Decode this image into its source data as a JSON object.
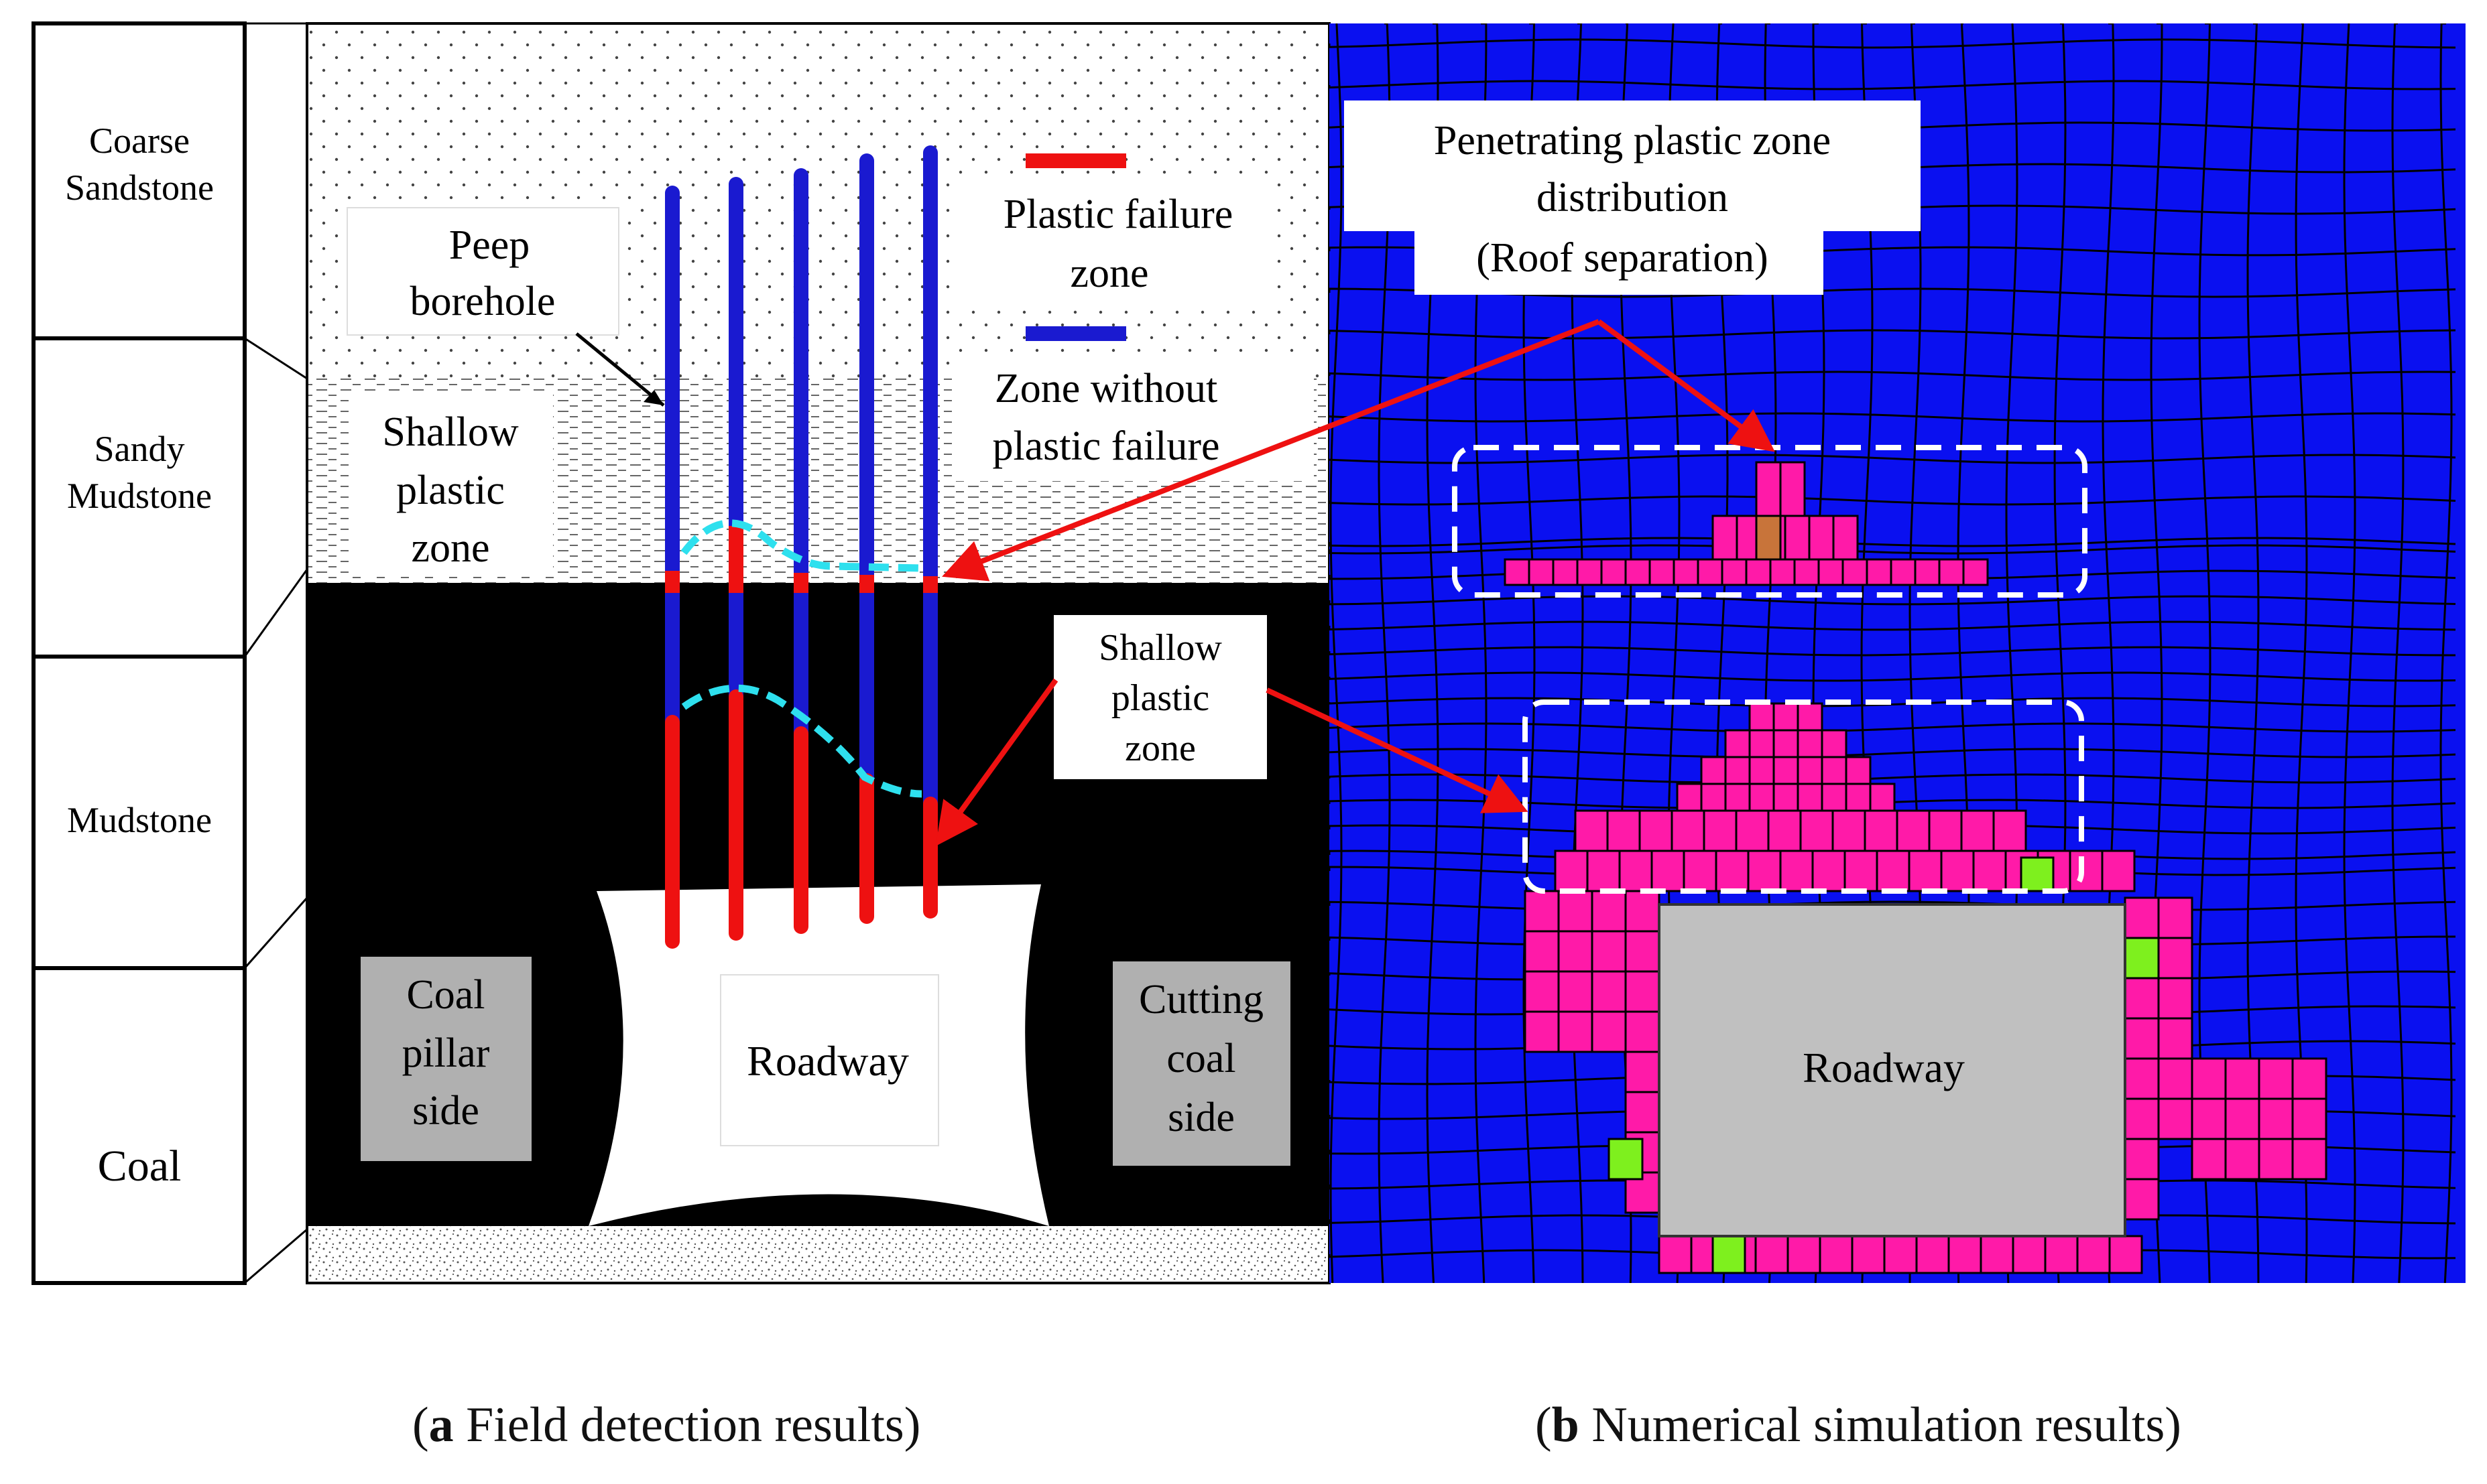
{
  "strata": {
    "coarse_line1": "Coarse",
    "coarse_line2": "Sandstone",
    "sandy_line1": "Sandy",
    "sandy_line2": "Mudstone",
    "mudstone": "Mudstone",
    "coal": "Coal"
  },
  "panel_a": {
    "peep_line1": "Peep",
    "peep_line2": "borehole",
    "shallow_left_line1": "Shallow",
    "shallow_left_line2": "plastic",
    "shallow_left_line3": "zone",
    "legend_red_line1": "Plastic failure",
    "legend_red_line2": "zone",
    "legend_blue_line1": "Zone without",
    "legend_blue_line2": "plastic failure",
    "shallow_right_line1": "Shallow",
    "shallow_right_line2": "plastic",
    "shallow_right_line3": "zone",
    "pillar_line1": "Coal",
    "pillar_line2": "pillar",
    "pillar_line3": "side",
    "cutting_line1": "Cutting",
    "cutting_line2": "coal",
    "cutting_line3": "side",
    "roadway": "Roadway",
    "colors": {
      "plastic": "#ee1111",
      "intact": "#1a1ad0",
      "boundary": "#2ee0ee",
      "coal": "#000000"
    }
  },
  "panel_b": {
    "penetrating_line1": "Penetrating plastic zone",
    "penetrating_line2": "distribution",
    "penetrating_line3": "(Roof separation)",
    "roadway": "Roadway",
    "colors": {
      "mesh": "#0a10f0",
      "plastic": "#ff1aa8",
      "elastic_tension": "#7ef01e",
      "other": "#c8743a",
      "roadway": "#c0c0c0"
    }
  },
  "captions": {
    "a_letter": "a",
    "a_text": " Field detection results",
    "b_letter": "b",
    "b_text": " Numerical simulation results"
  }
}
